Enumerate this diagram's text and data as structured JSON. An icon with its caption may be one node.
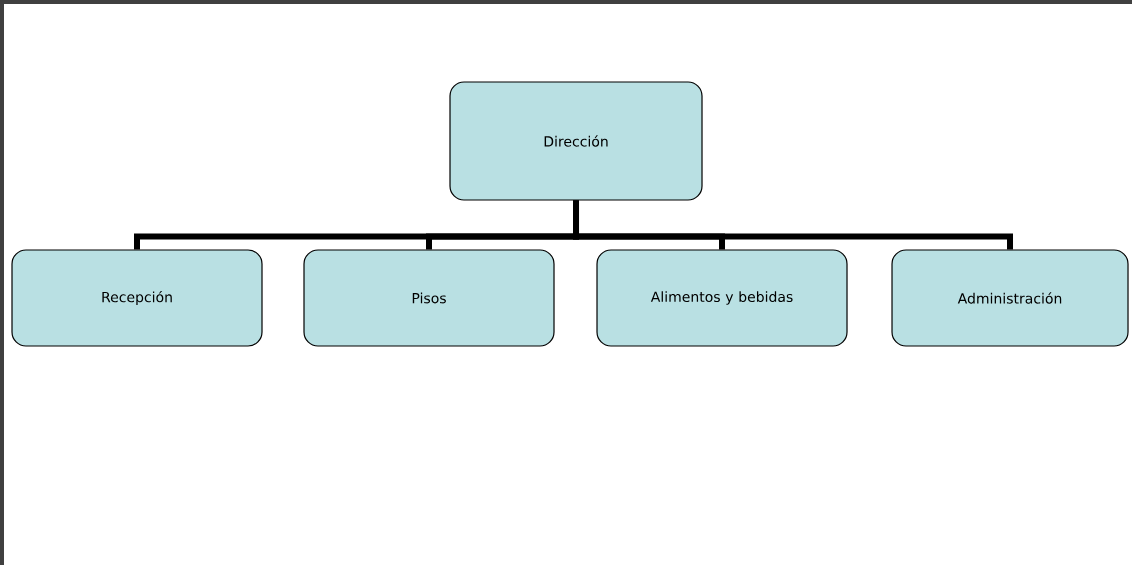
{
  "diagram": {
    "nodes": [
      {
        "text": [
          "Dirección"
        ]
      },
      {
        "text": [
          "Recepción"
        ]
      },
      {
        "text": [
          "Pisos"
        ]
      },
      {
        "text": [
          "Alimentos y bebidas"
        ]
      },
      {
        "text": [
          "Administración"
        ]
      }
    ],
    "edges": [
      {
        "from": 0,
        "to": 1,
        "arrow": "none"
      },
      {
        "from": 0,
        "to": 2,
        "arrow": "none"
      },
      {
        "from": 0,
        "to": 3,
        "arrow": "none"
      },
      {
        "from": 0,
        "to": 4,
        "arrow": "none"
      }
    ]
  }
}
